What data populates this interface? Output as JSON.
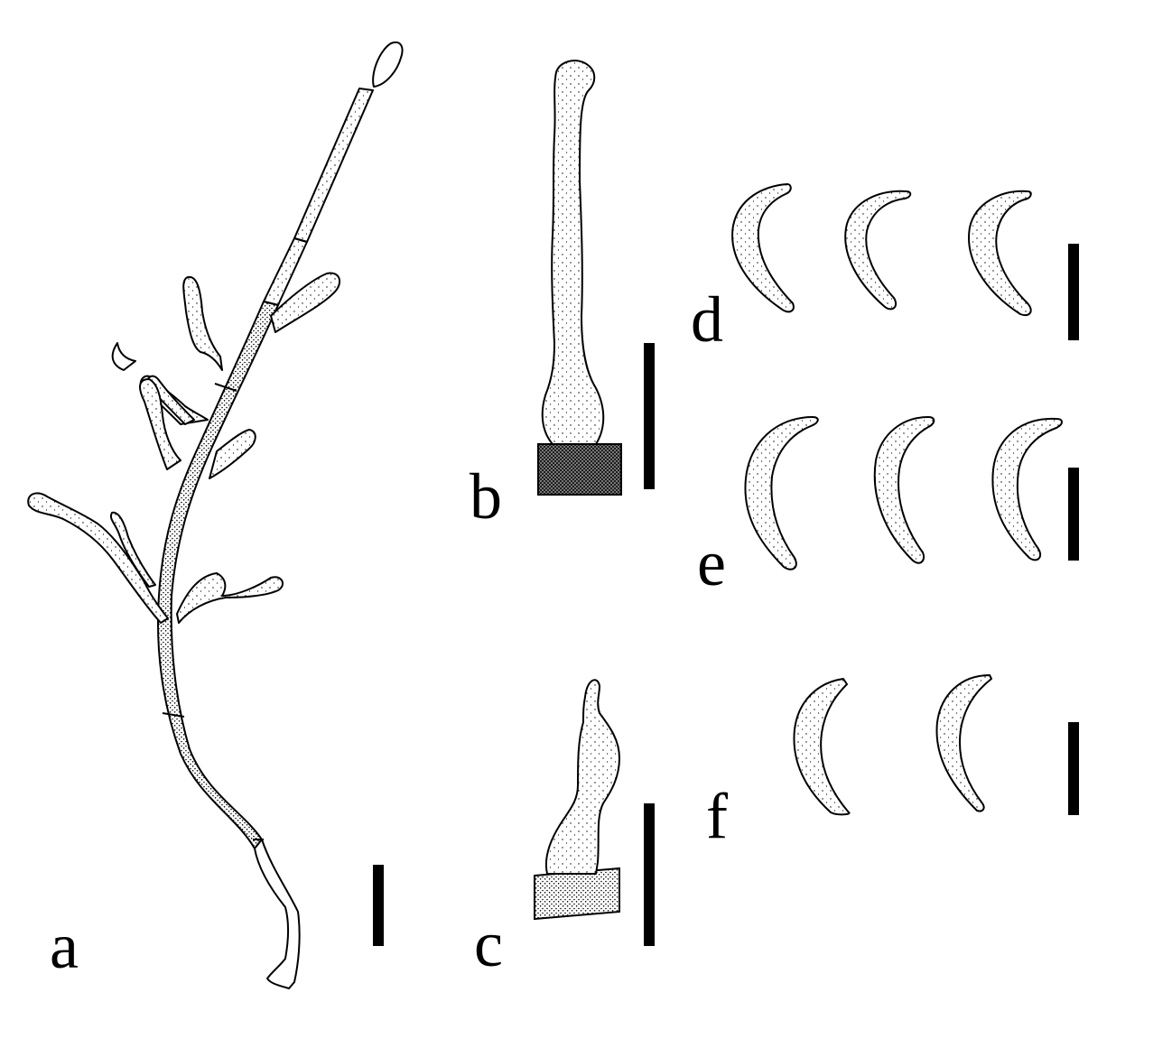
{
  "figure": {
    "panels": [
      {
        "id": "a",
        "label": "a",
        "depicts": "conidiophore-with-branches"
      },
      {
        "id": "b",
        "label": "b",
        "depicts": "phialide-on-hypha"
      },
      {
        "id": "c",
        "label": "c",
        "depicts": "phialide-on-hypha"
      },
      {
        "id": "d",
        "label": "d",
        "depicts": "conidia",
        "count": 3
      },
      {
        "id": "e",
        "label": "e",
        "depicts": "conidia",
        "count": 3
      },
      {
        "id": "f",
        "label": "f",
        "depicts": "conidia",
        "count": 2
      }
    ],
    "scale_bars": 6,
    "colors": {
      "ink": "#000000",
      "paper": "#ffffff"
    }
  }
}
